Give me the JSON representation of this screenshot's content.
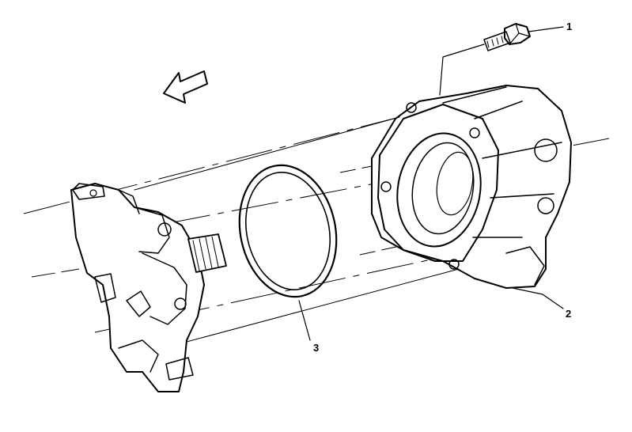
{
  "diagram": {
    "callouts": [
      {
        "id": "1",
        "label": "1"
      },
      {
        "id": "2",
        "label": "2"
      },
      {
        "id": "3",
        "label": "3"
      }
    ],
    "parts": {
      "bolt": "bolt",
      "extension_housing": "extension-housing",
      "seal_ring": "seal-ring",
      "transmission_case": "transmission-case"
    },
    "arrow_icon": "direction-arrow-icon",
    "colors": {
      "line": "#000000",
      "background": "#ffffff"
    }
  }
}
